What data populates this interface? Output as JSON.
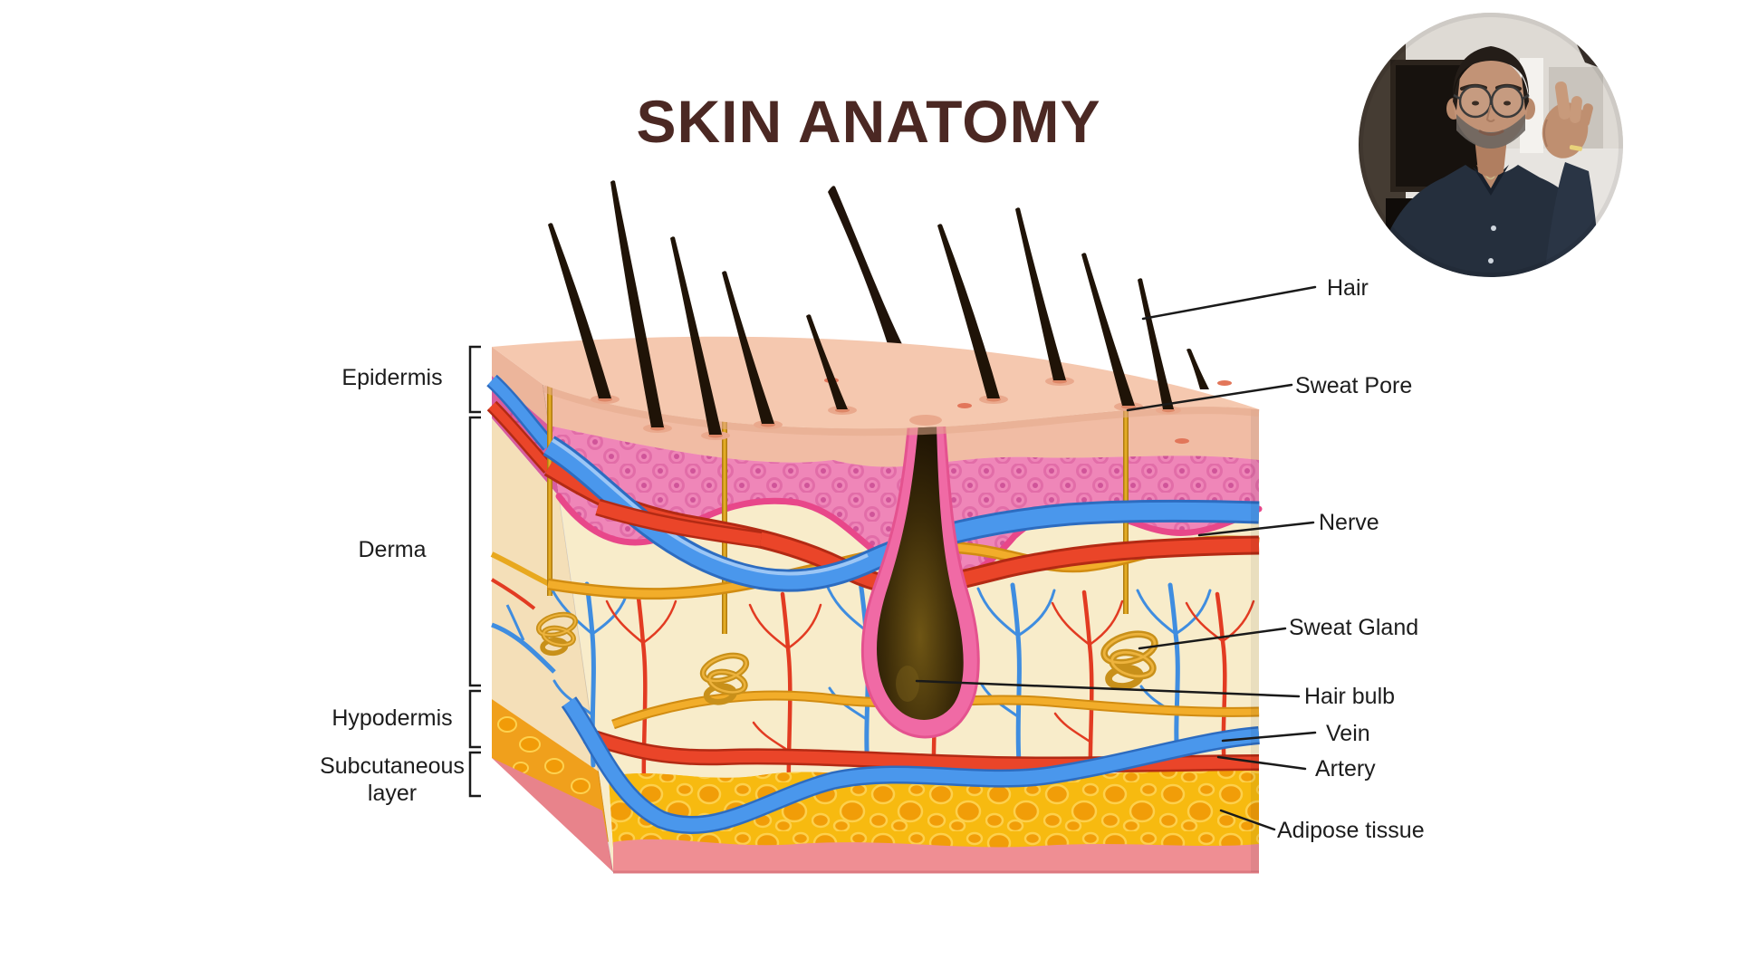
{
  "title": {
    "text": "SKIN ANATOMY"
  },
  "labels": {
    "left": [
      {
        "text": "Epidermis"
      },
      {
        "text": "Derma"
      },
      {
        "text": "Hypodermis"
      },
      {
        "text": "Subcutaneous layer"
      }
    ],
    "right": [
      {
        "text": "Hair"
      },
      {
        "text": "Sweat Pore"
      },
      {
        "text": "Nerve"
      },
      {
        "text": "Sweat Gland"
      },
      {
        "text": "Hair bulb"
      },
      {
        "text": "Vein"
      },
      {
        "text": "Artery"
      },
      {
        "text": "Adipose tissue"
      }
    ]
  },
  "colors": {
    "title": "#4b2823",
    "label_text": "#1c1c1c",
    "leader_line": "#1a1a1a",
    "skin_top": "#f5c8af",
    "epidermis": "#f1bca4",
    "stratum_pink": "#ef86b8",
    "stratum_border": "#e8478a",
    "derma_cream": "#f8ecca",
    "vein_blue": "#4a97ec",
    "artery_red": "#ea4529",
    "nerve_gold": "#f2ad2a",
    "gland_gold": "#c8901a",
    "adipose_yellow": "#f7ba10",
    "fat_lobule": "#f19b08",
    "subcutaneous_pink": "#ef8e93",
    "follicle_sheath": "#f06aa5",
    "hair_dark": "#1f1307"
  }
}
